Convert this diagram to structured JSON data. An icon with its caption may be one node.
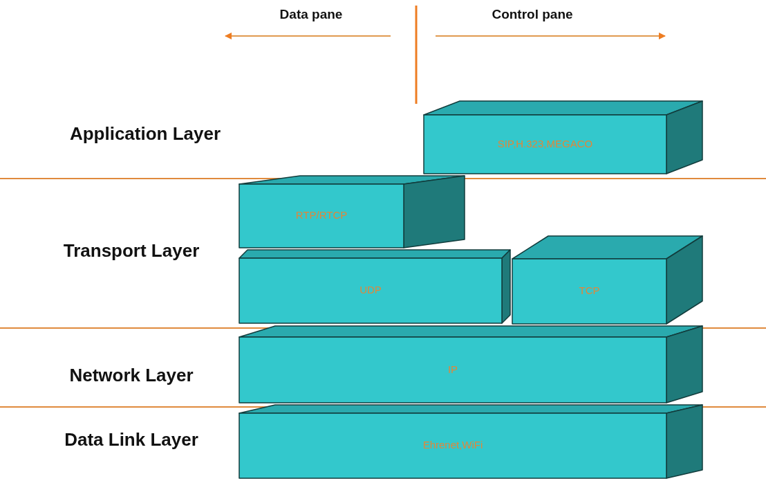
{
  "diagram": {
    "nodes": [
      {
        "text": [
          "SIP,H.323,MEGACO"
        ]
      },
      {
        "text": [
          "RTP/RTCP"
        ]
      },
      {
        "text": [
          "UDP"
        ]
      },
      {
        "text": [
          "TCP"
        ]
      },
      {
        "text": [
          "IP"
        ]
      },
      {
        "text": [
          "Ehrenet,WiFi"
        ]
      }
    ],
    "edges": [],
    "labels": [
      "Data pane",
      "Control pane",
      "Application Layer",
      "Transport Layer",
      "Network Layer",
      "Data Link Layer"
    ]
  }
}
